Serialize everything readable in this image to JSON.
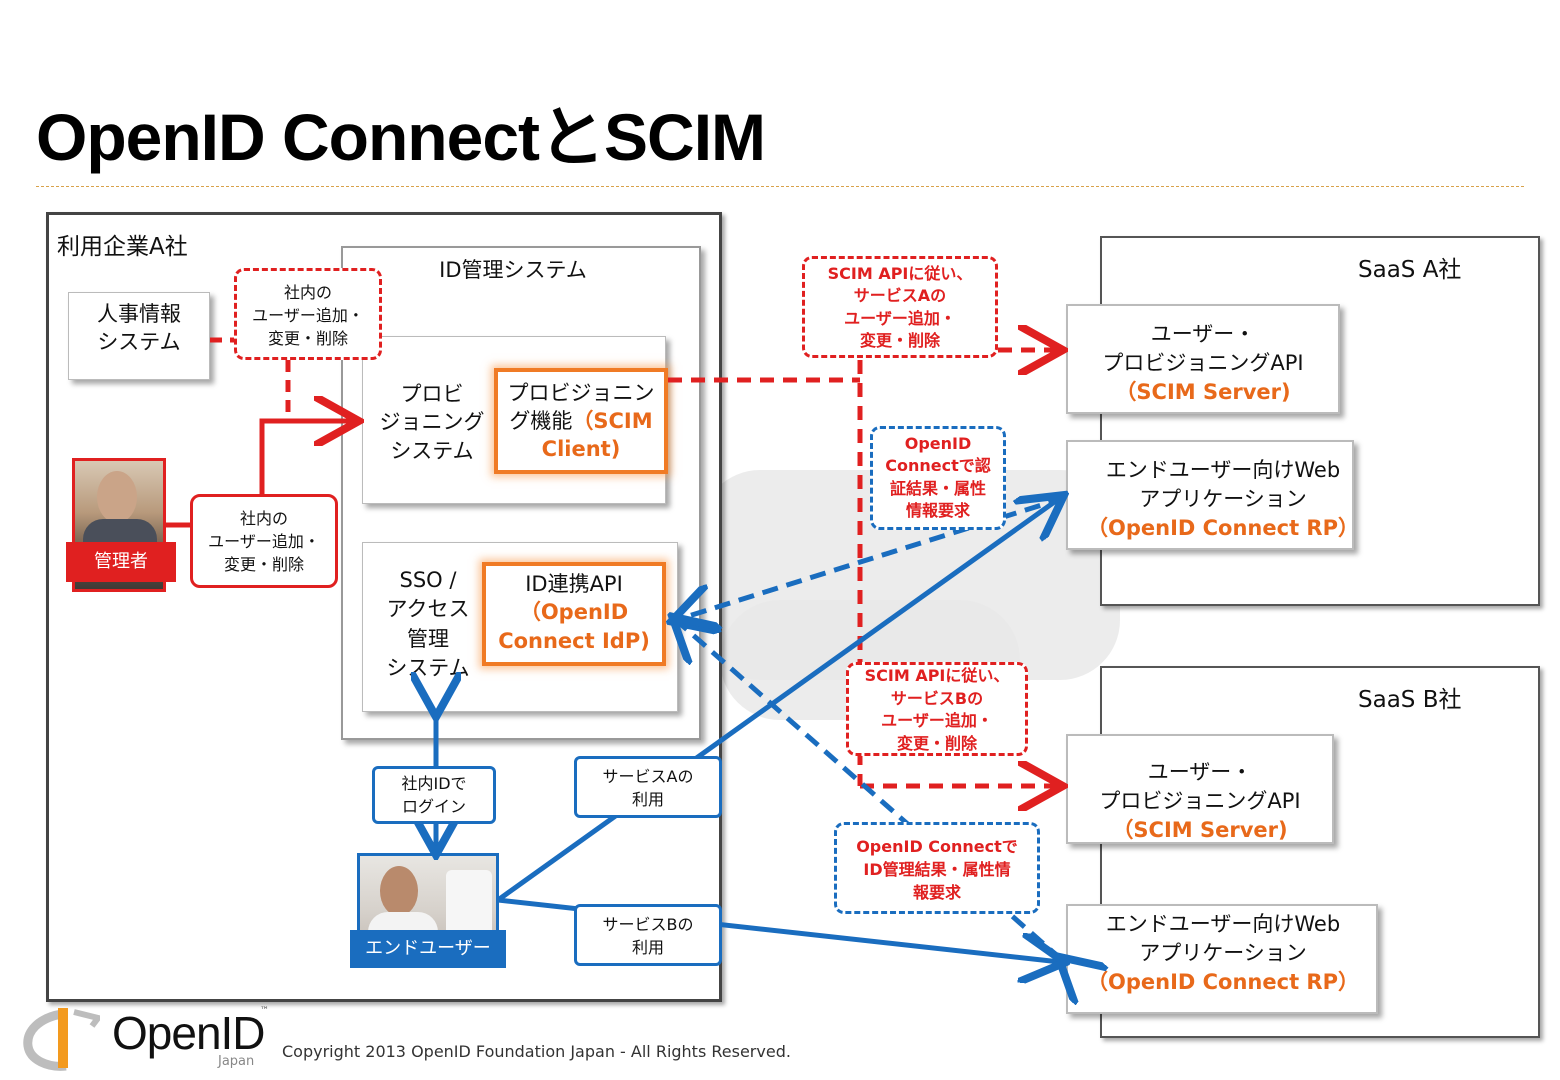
{
  "slide": {
    "title": "OpenID ConnectとSCIM",
    "footer_copyright": "Copyright  2013  OpenID Foundation Japan - All Rights Reserved."
  },
  "logo": {
    "wordmark": "OpenID",
    "sub": "Japan",
    "tm": "™"
  },
  "company_a": {
    "label": "利用企業A社",
    "hr_system": [
      "人事情報",
      "システム"
    ],
    "admin_badge": "管理者",
    "enduser_badge": "エンドユーザー",
    "id_mgmt": {
      "label": "ID管理システム",
      "provisioning_system": [
        "プロビ",
        "ジョニング",
        "システム"
      ],
      "provisioning_function": [
        "プロビジョニン",
        "グ機能",
        "（SCIM",
        "Client)"
      ],
      "sso_system": [
        "SSO /",
        "アクセス",
        "管理",
        "システム"
      ],
      "id_api": [
        "ID連携API",
        "（OpenID",
        "Connect IdP)"
      ]
    },
    "notes": {
      "hr_feed": [
        "社内の",
        "ユーザー追加・",
        "変更・削除"
      ],
      "admin_feed": [
        "社内の",
        "ユーザー追加・",
        "変更・削除"
      ],
      "login": [
        "社内IDで",
        "ログイン"
      ],
      "use_a": [
        "サービスAの",
        "利用"
      ],
      "use_b": [
        "サービスBの",
        "利用"
      ]
    }
  },
  "saas_a": {
    "label": "SaaS A社",
    "api_box": [
      "ユーザー・",
      "プロビジョニングAPI",
      "（SCIM Server)"
    ],
    "web_box": [
      "エンドユーザー向けWeb",
      "アプリケーション",
      "（OpenID Connect RP）"
    ]
  },
  "saas_b": {
    "label": "SaaS B社",
    "api_box": [
      "ユーザー・",
      "プロビジョニングAPI",
      "（SCIM Server)"
    ],
    "web_box": [
      "エンドユーザー向けWeb",
      "アプリケーション",
      "（OpenID Connect RP）"
    ]
  },
  "callouts": {
    "scim_a": [
      "SCIM APIに従い、",
      "サービスAの",
      "ユーザー追加・",
      "変更・削除"
    ],
    "oidc_a": [
      "OpenID",
      "Connectで認",
      "証結果・属性",
      "情報要求"
    ],
    "scim_b": [
      "SCIM APIに従い、",
      "サービスBの",
      "ユーザー追加・",
      "変更・削除"
    ],
    "oidc_b": [
      "OpenID Connectで",
      "ID管理結果・属性情",
      "報要求"
    ]
  },
  "colors": {
    "red": "#e02020",
    "blue": "#1a6dbf",
    "orange": "#f07b25"
  }
}
